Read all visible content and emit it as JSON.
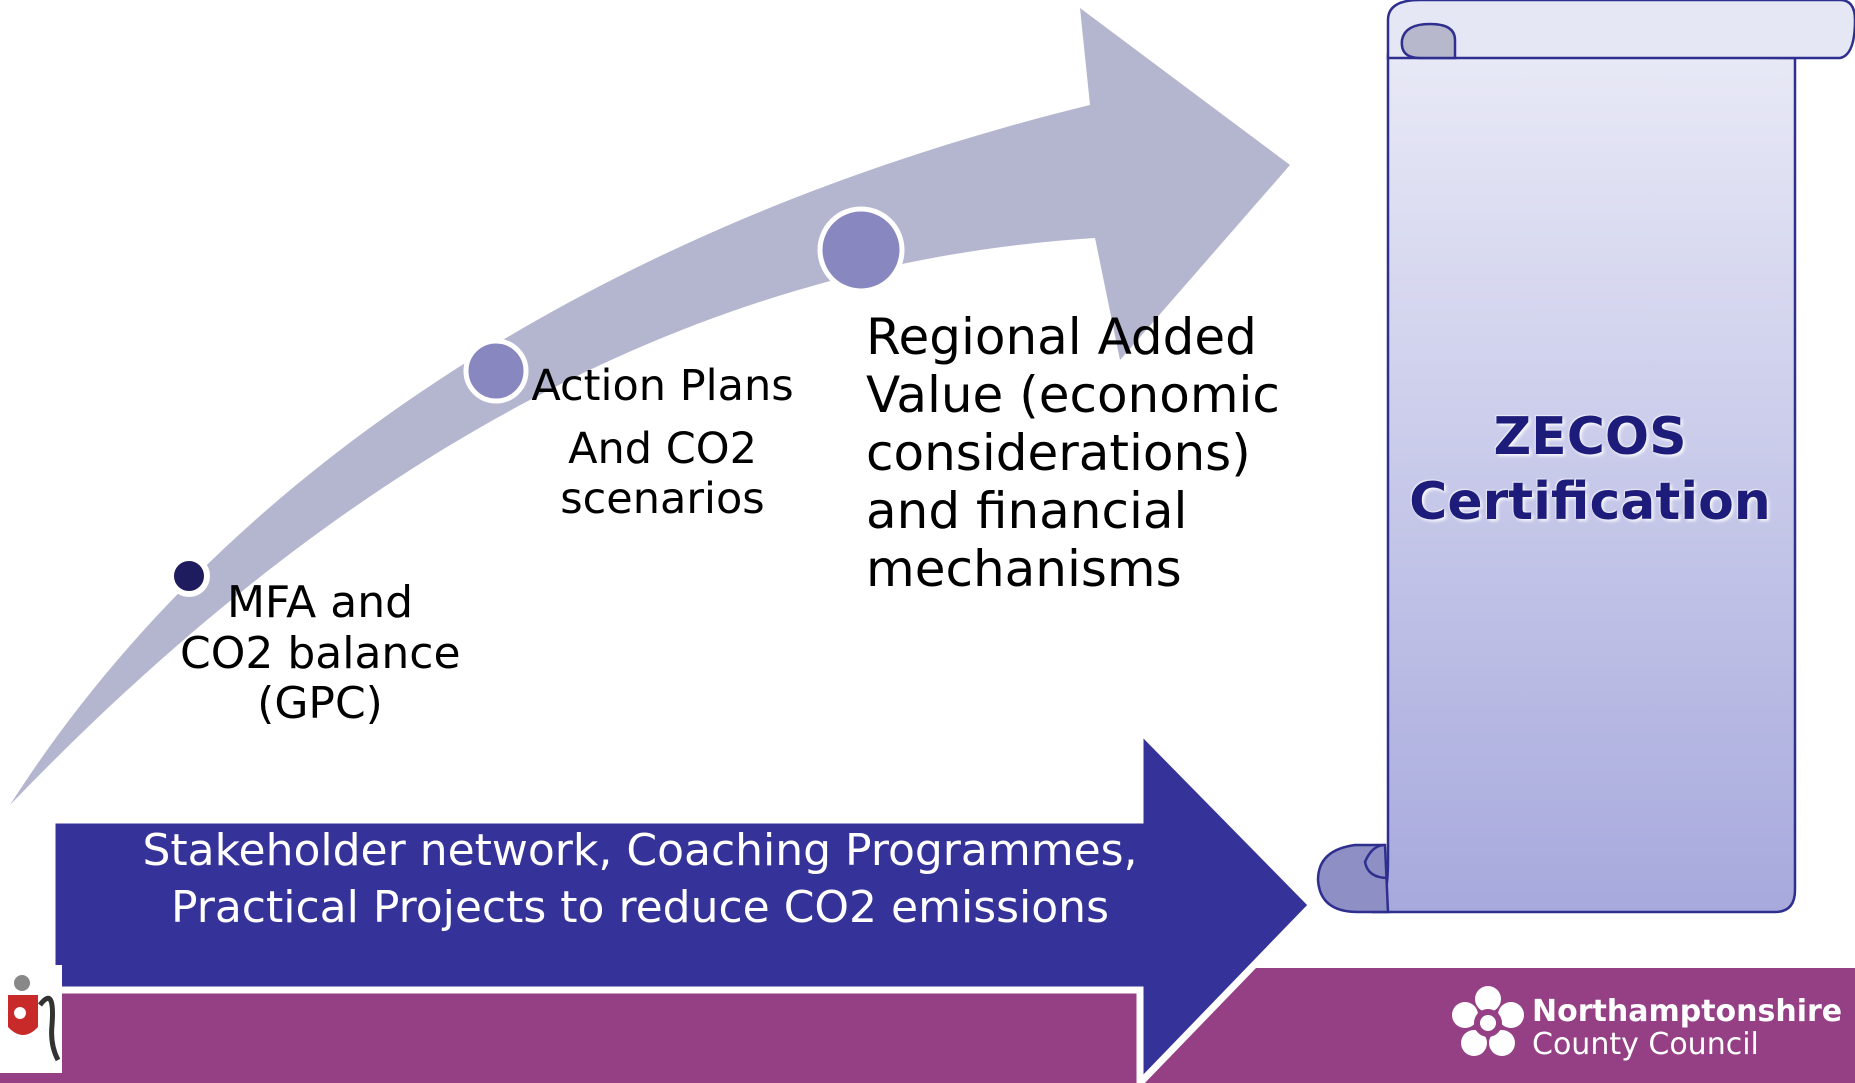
{
  "steps": [
    {
      "lines": [
        "MFA  and",
        "CO2 balance",
        "(GPC)"
      ]
    },
    {
      "lines": [
        "Action Plans",
        "And CO2",
        "scenarios"
      ]
    },
    {
      "lines": [
        "Regional Added",
        "Value (economic",
        "considerations)",
        "and financial",
        "mechanisms"
      ]
    }
  ],
  "banner": {
    "line1": "Stakeholder network, Coaching Programmes,",
    "line2": "Practical Projects to reduce CO2 emissions"
  },
  "certificate": {
    "line1": "ZECOS",
    "line2": "Certification"
  },
  "footer": {
    "org_line1": "Northamptonshire",
    "org_line2": "County Council"
  },
  "colors": {
    "curved_arrow": "#b4b6cf",
    "banner_arrow": "#35339a",
    "footer_bar": "#953f85",
    "dot_dark": "#1e1c5e",
    "dot_light": "#8887bf",
    "scroll_fill_top": "#e6e7f5",
    "scroll_fill_bottom": "#a9abde",
    "scroll_outline": "#2f2f8f",
    "title_text": "#1e1c7a"
  }
}
